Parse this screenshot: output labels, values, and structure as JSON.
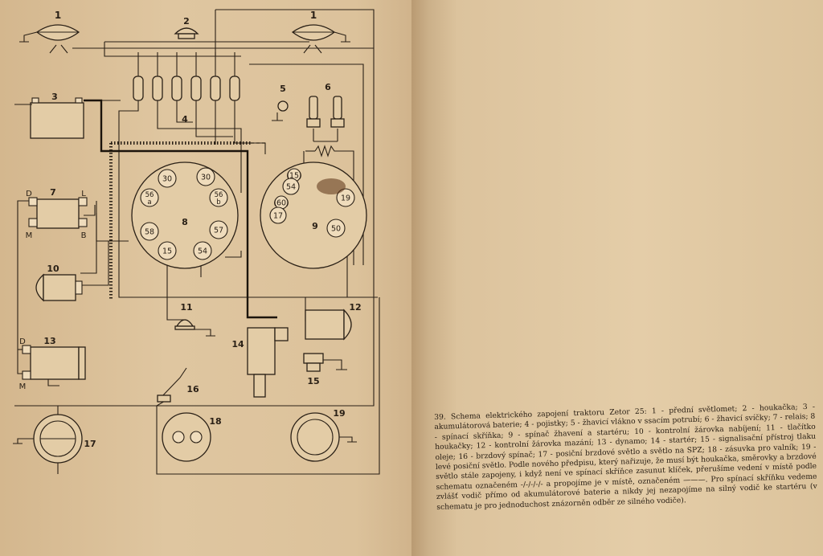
{
  "diagram": {
    "components": {
      "headlamp_left": "1",
      "headlamp_right": "1",
      "horn": "2",
      "battery": "3",
      "fuses": "4",
      "glow_indicator": "5",
      "glow_plugs": "6",
      "relay": "7",
      "switch_box": "8",
      "glow_switch": "9",
      "charge_lamp": "10",
      "horn_button": "11",
      "oil_lamp": "12",
      "dynamo": "13",
      "starter": "14",
      "oil_pressure_sender": "15",
      "brake_switch": "16",
      "rear_light": "17",
      "socket": "18",
      "left_light": "19"
    },
    "relay_terminals": {
      "d": "D",
      "l": "L",
      "m": "M",
      "b": "B"
    },
    "dynamo_terminals": {
      "d": "D",
      "m": "M"
    },
    "switch_box_terminals": [
      "30",
      "30",
      "56\na",
      "56\nb",
      "58",
      "57",
      "15",
      "54"
    ],
    "glow_switch_terminals": [
      "(15)",
      "54",
      "(60)",
      "17",
      "19",
      "50"
    ]
  },
  "caption": {
    "lead": "39. Schema elektrického zapojení traktoru Zetor 25: ",
    "body": "1 - přední světlomet; 2 - houkačka; 3 - akumulátorová baterie; 4 - pojistky; 5 - žhavicí vlákno v ssacím potrubí; 6 - žhavicí svíčky; 7 - relais; 8 - spínací skříňka; 9 - spínač žhavení a startéru; 10 - kontrolní žárovka nabíjení; 11 - tlačítko houkačky; 12 - kontrolní žárovka mazání; 13 - dynamo; 14 - startér; 15 - signalisační přístroj tlaku oleje; 16 - brzdový spínač; 17 - posiční brzdové světlo a světlo na SPZ; 18 - zásuvka pro valník; 19 - levé posiční světlo. Podle nového předpisu, který nařizuje, že musí být houkačka, směrovky a brzdové světlo stále zapojeny, i když není ve spínací skříňce zasunut klíček, přerušíme vedení v místě podle schematu označeném -/-/-/-/- a propojíme je v místě, označeném ———. Pro spínací skříňku vedeme zvlášť vodič přímo od akumulátorové baterie a nikdy jej nezapojíme na silný vodič ke startéru (v schematu je pro jednoduchost znázorněn odběr",
    "end": "ze silného vodiče)."
  }
}
